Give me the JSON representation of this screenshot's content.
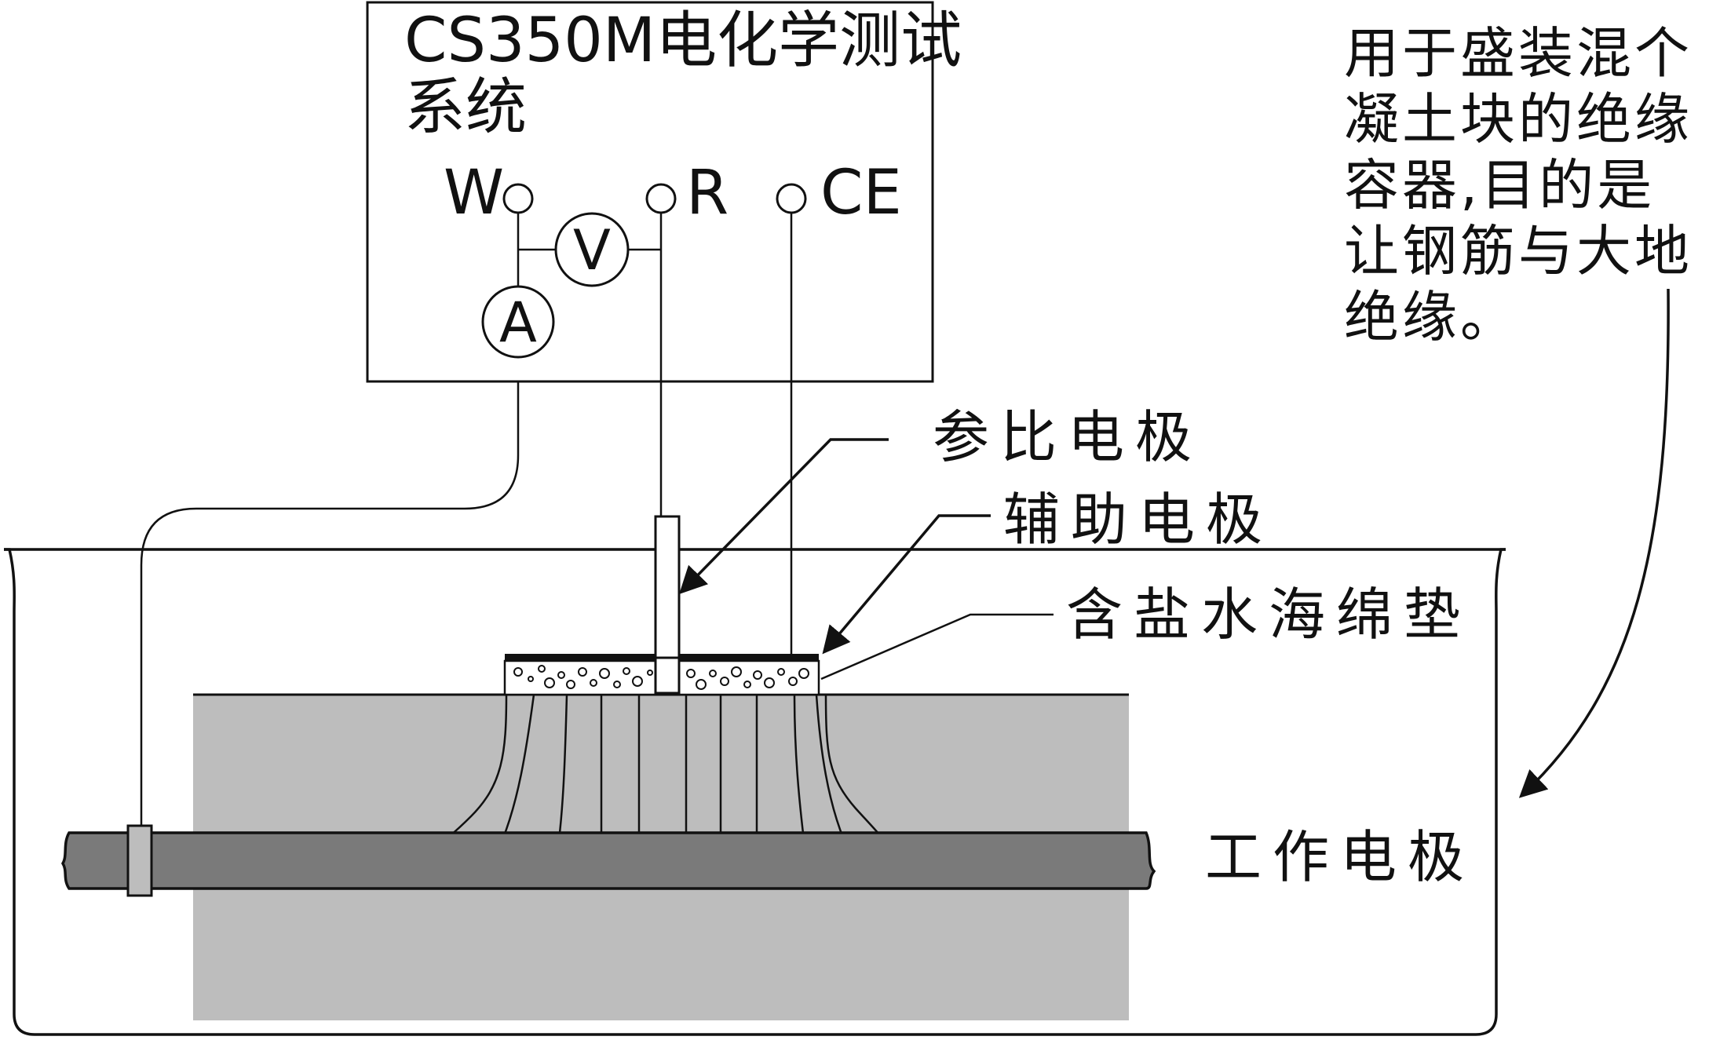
{
  "instrument": {
    "title_line1": "CS350M电化学测试",
    "title_line2": "系统",
    "terminals": [
      "W",
      "R",
      "CE"
    ],
    "voltmeter": "V",
    "ammeter": "A"
  },
  "labels": {
    "reference_electrode": "参比电极",
    "counter_electrode": "辅助电极",
    "sponge": "含盐水海绵垫",
    "working_electrode": "工作电极"
  },
  "note": {
    "lines": [
      "用于盛装混个",
      "凝土块的绝缘",
      "容器,目的是",
      "让钢筋与大地",
      "绝缘。"
    ]
  },
  "colors": {
    "concrete": "#bdbdbd",
    "rebar": "#7a7a7a",
    "line": "#111111"
  }
}
